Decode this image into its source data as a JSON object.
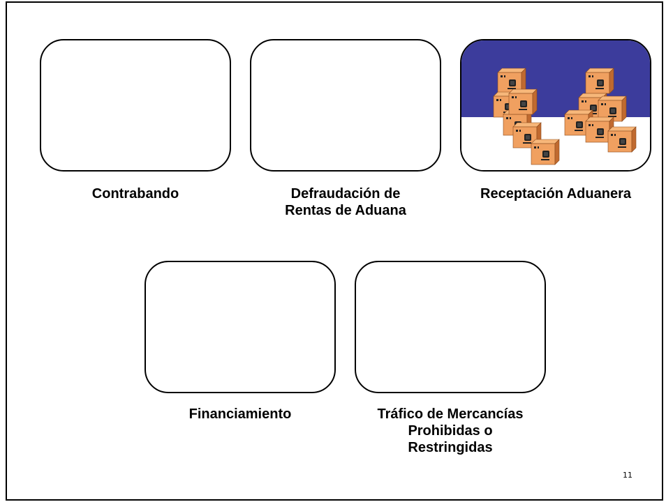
{
  "slide": {
    "page_number": "11",
    "cards": [
      {
        "label": "Contrabando"
      },
      {
        "label": "Defraudación de\nRentas de Aduana"
      },
      {
        "label": "Receptación Aduanera",
        "image": "boxes-with-computers-illustration"
      },
      {
        "label": "Financiamiento"
      },
      {
        "label": "Tráfico de Mercancías\nProhibidas o\nRestringidas"
      }
    ]
  },
  "colors": {
    "sky": "#3c3c9c",
    "box_face": "#f0a060",
    "box_side": "#c06a30"
  }
}
